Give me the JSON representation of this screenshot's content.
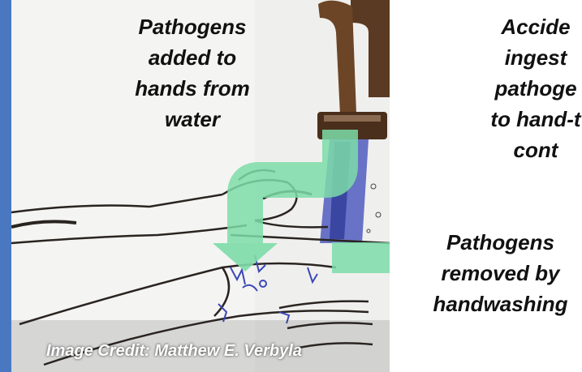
{
  "labels": {
    "pathogens_added": "Pathogens\nadded to\nhands from\nwater",
    "accidental_ingestion": "Accide\ningest\npathoge\nto hand-t\ncont",
    "pathogens_removed": "Pathogens\nremoved by\nhandwashing"
  },
  "credit": "Image Credit: Matthew E. Verbyla",
  "colors": {
    "arrow": "#7ddca8",
    "left_bar": "#4a78c0",
    "water": "#3b48b8"
  }
}
